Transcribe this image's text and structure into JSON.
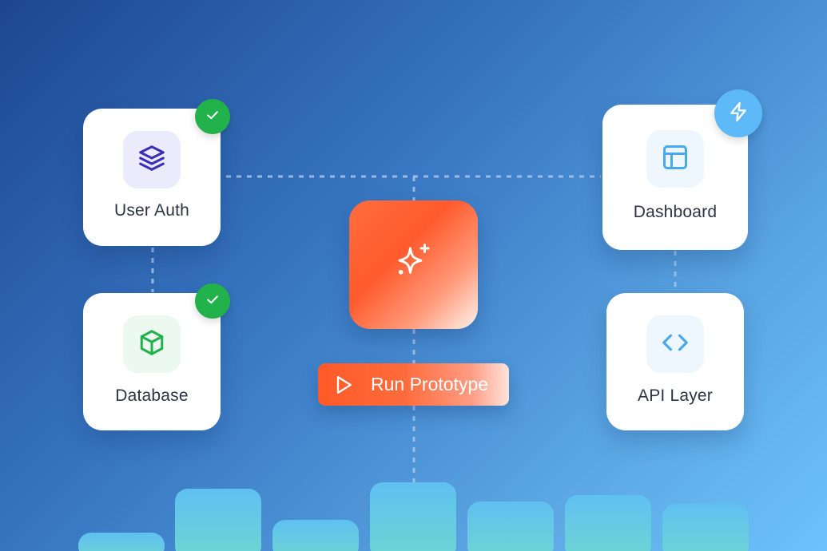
{
  "cards": {
    "user_auth": {
      "label": "User Auth",
      "status": "complete"
    },
    "database": {
      "label": "Database",
      "status": "complete"
    },
    "dashboard": {
      "label": "Dashboard",
      "status": "active"
    },
    "api_layer": {
      "label": "API Layer"
    }
  },
  "hub": {
    "icon": "sparkles-icon"
  },
  "run_button": {
    "label": "Run Prototype",
    "icon": "play-icon"
  },
  "icons": {
    "user_auth": "layers-icon",
    "database": "box-icon",
    "dashboard": "layout-icon",
    "api_layer": "code-icon",
    "complete_badge": "check-icon",
    "active_badge": "lightning-icon"
  },
  "colors": {
    "background_start": "#1d4690",
    "background_end": "#6cc3fb",
    "accent_orange": "#ff5a28",
    "success_green": "#22b24c",
    "active_blue": "#5db9f8",
    "connector": "#a9c6ea",
    "bar_top": "#5fc0f2",
    "bar_bottom": "#6dd6d2"
  },
  "bars": {
    "count": 7,
    "relative_heights": [
      0.3,
      1.0,
      0.5,
      1.1,
      0.8,
      0.9,
      0.75
    ]
  }
}
